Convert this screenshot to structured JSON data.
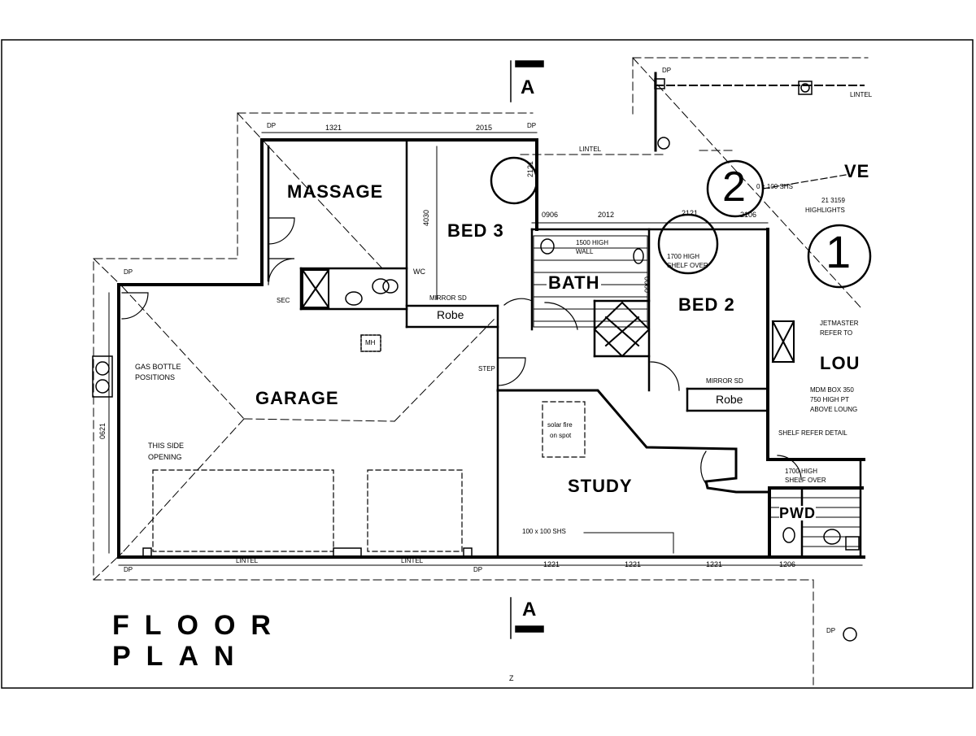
{
  "drawing": {
    "title_line1": "FLOOR",
    "title_line2": "PLAN",
    "section_marker": "A",
    "north_marker": "Z"
  },
  "rooms": {
    "massage": "MASSAGE",
    "bed3": "BED 3",
    "bath": "BATH",
    "bed2": "BED 2",
    "lounge": "LOU",
    "garage": "GARAGE",
    "study": "STUDY",
    "pwd": "PWD",
    "robe": "Robe",
    "ve": "VE",
    "wc": "WC",
    "mh": "MH"
  },
  "callouts": {
    "circle_1": "1",
    "circle_2": "2",
    "gas_bottle": "GAS BOTTLE",
    "gas_bottle2": "POSITIONS",
    "this_side": "THIS SIDE",
    "opening": "OPENING",
    "mirror_sd": "MIRROR SD",
    "high_wall": "1500 HIGH",
    "wall": "WALL",
    "shelf_high": "1700 HIGH",
    "shelf_over": "SHELF OVER",
    "jetmaster": "JETMASTER",
    "refer_to": "REFER TO",
    "mdm": "MDM BOX 350",
    "high_pt": "750 HIGH PT",
    "above_loung": "ABOVE LOUNG",
    "shelf_refer": "SHELF REFER DETAIL",
    "solar": "solar fire",
    "on_spot": "on spot",
    "shs_study": "100 x 100 SHS",
    "shs_top": "0 x 100 SHS",
    "highlights": "HIGHLIGHTS",
    "dim_21": "21 3159",
    "lintel": "LINTEL",
    "dp": "DP",
    "step": "STEP",
    "sec": "SEC"
  },
  "dimensions": {
    "d1321": "1321",
    "d2015": "2015",
    "d0906": "0906",
    "d2012": "2012",
    "d2121": "2121",
    "d2106": "2106",
    "d4030": "4030",
    "d0621": "0621",
    "d1221a": "1221",
    "d1221b": "1221",
    "d1221c": "1221",
    "d1206": "1206",
    "d0900": "0900"
  }
}
